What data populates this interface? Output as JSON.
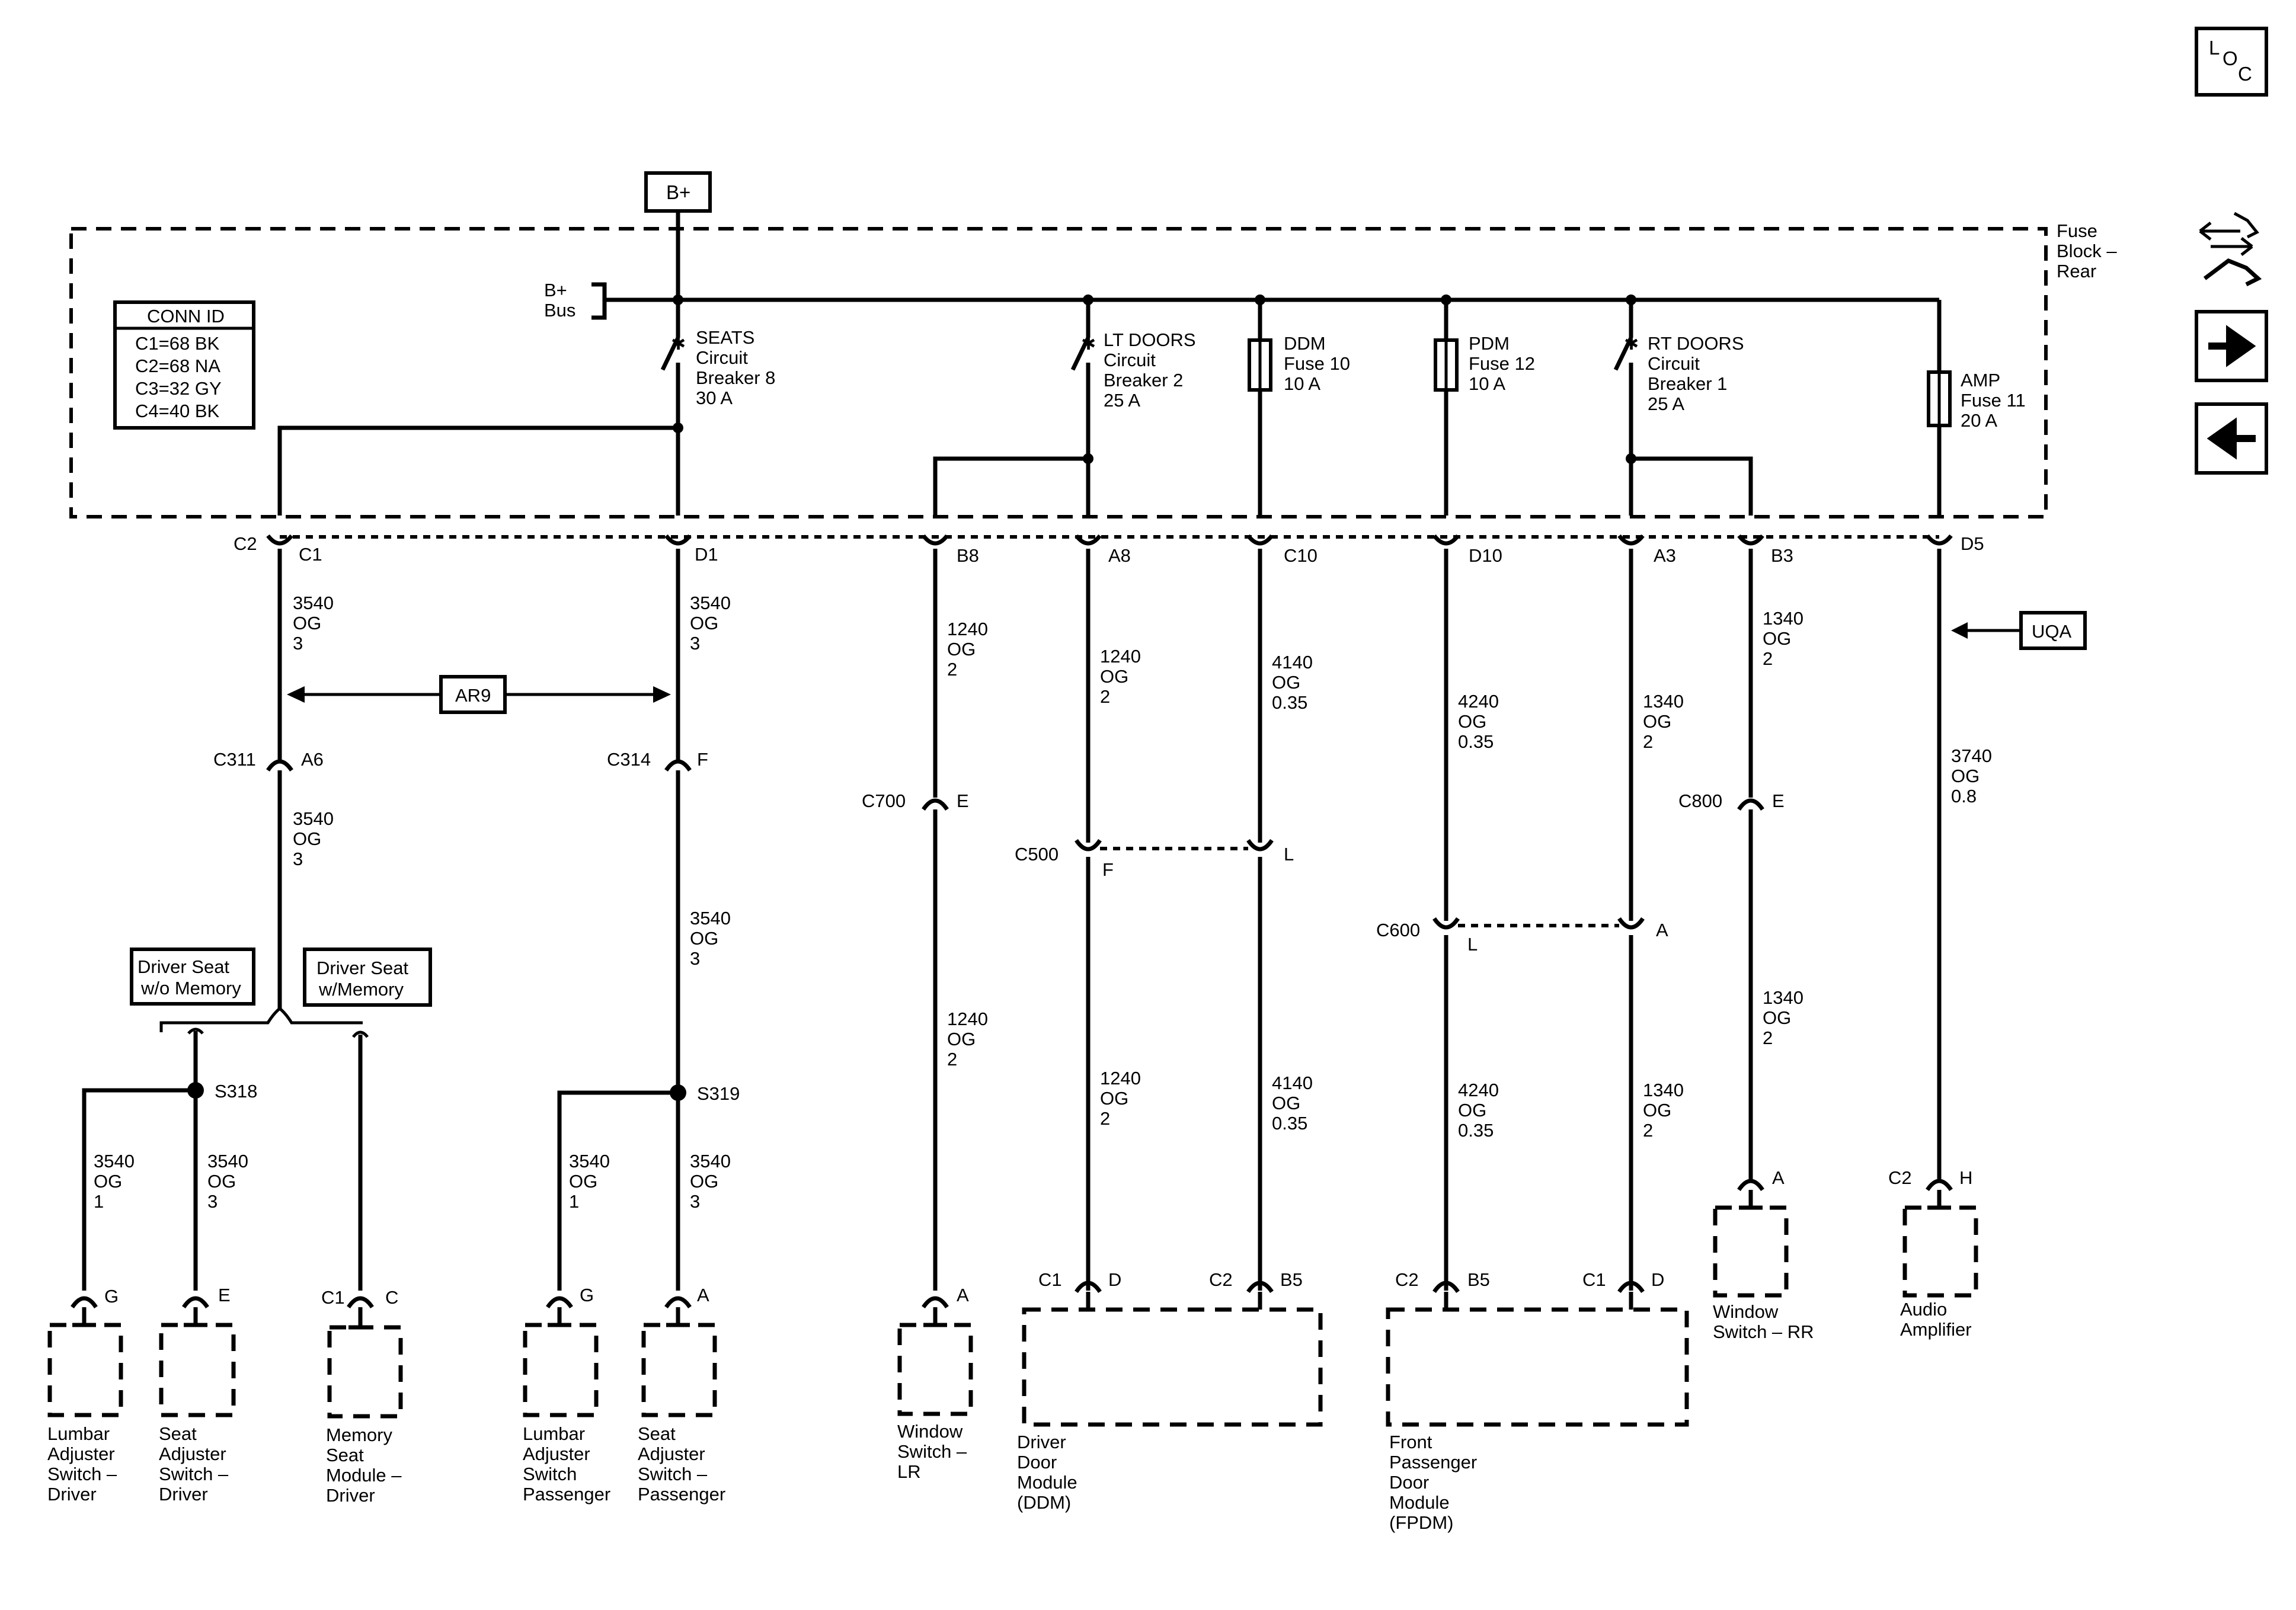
{
  "nav": {
    "loc_l": "L",
    "loc_o": "O",
    "loc_c": "C"
  },
  "power": {
    "bplus": "B+",
    "bus_1": "B+",
    "bus_2": "Bus",
    "fuse_block_1": "Fuse",
    "fuse_block_2": "Block –",
    "fuse_block_3": "Rear"
  },
  "conn_id": {
    "title": "CONN ID",
    "rows": [
      "C1=68 BK",
      "C2=68 NA",
      "C3=32 GY",
      "C4=40 BK"
    ]
  },
  "breakers": {
    "seats": [
      "SEATS",
      "Circuit",
      "Breaker 8",
      "30 A"
    ],
    "lt_doors": [
      "LT DOORS",
      "Circuit",
      "Breaker 2",
      "25 A"
    ],
    "ddm": [
      "DDM",
      "Fuse 10",
      "10 A"
    ],
    "pdm": [
      "PDM",
      "Fuse 12",
      "10 A"
    ],
    "rt_doors": [
      "RT DOORS",
      "Circuit",
      "Breaker 1",
      "25 A"
    ],
    "amp": [
      "AMP",
      "Fuse 11",
      "20 A"
    ]
  },
  "pins": {
    "c2": "C2",
    "c1": "C1",
    "d1": "D1",
    "b8": "B8",
    "a8": "A8",
    "c10": "C10",
    "d10": "D10",
    "a3": "A3",
    "b3": "B3",
    "d5": "D5"
  },
  "wires": {
    "w1": [
      "3540",
      "OG",
      "3"
    ],
    "w2": [
      "3540",
      "OG",
      "3"
    ],
    "w3": [
      "1240",
      "OG",
      "2"
    ],
    "w4": [
      "1240",
      "OG",
      "2"
    ],
    "w5": [
      "4140",
      "OG",
      "0.35"
    ],
    "w6": [
      "4240",
      "OG",
      "0.35"
    ],
    "w7": [
      "1340",
      "OG",
      "2"
    ],
    "w8": [
      "1340",
      "OG",
      "2"
    ],
    "w9": [
      "3740",
      "OG",
      "0.8"
    ],
    "w10": [
      "3540",
      "OG",
      "3"
    ],
    "w11": [
      "3540",
      "OG",
      "3"
    ],
    "w12": [
      "1240",
      "OG",
      "2"
    ],
    "w13": [
      "1240",
      "OG",
      "2"
    ],
    "w14": [
      "4140",
      "OG",
      "0.35"
    ],
    "w15": [
      "4240",
      "OG",
      "0.35"
    ],
    "w16": [
      "1340",
      "OG",
      "2"
    ],
    "w17": [
      "1340",
      "OG",
      "2"
    ],
    "w18": [
      "3540",
      "OG",
      "1"
    ],
    "w19": [
      "3540",
      "OG",
      "3"
    ],
    "w20": [
      "3540",
      "OG",
      "1"
    ],
    "w21": [
      "3540",
      "OG",
      "3"
    ]
  },
  "refs": {
    "ar9": "AR9",
    "uqa": "UQA"
  },
  "inline": {
    "c311": "C311",
    "a6": "A6",
    "c314": "C314",
    "f": "F",
    "c700": "C700",
    "e1": "E",
    "c500": "C500",
    "f2": "F",
    "l1": "L",
    "c600": "C600",
    "l2": "L",
    "a1": "A",
    "c800": "C800",
    "e2": "E"
  },
  "options": {
    "wo_memory": [
      "Driver Seat",
      "w/o Memory"
    ],
    "w_memory": [
      "Driver Seat",
      "w/Memory"
    ]
  },
  "splices": {
    "s318": "S318",
    "s319": "S319"
  },
  "terminals": {
    "g1": "G",
    "e3": "E",
    "c1a": "C1",
    "c3": "C",
    "g2": "G",
    "a2": "A",
    "a3": "A",
    "c1b": "C1",
    "d2": "D",
    "c2a": "C2",
    "b5a": "B5",
    "c2b": "C2",
    "b5b": "B5",
    "c1c": "C1",
    "d3": "D",
    "a4": "A",
    "c2c": "C2",
    "h": "H"
  },
  "components": {
    "lumbar_driver": [
      "Lumbar",
      "Adjuster",
      "Switch –",
      "Driver"
    ],
    "seat_driver": [
      "Seat",
      "Adjuster",
      "Switch –",
      "Driver"
    ],
    "memory_seat": [
      "Memory",
      "Seat",
      "Module –",
      "Driver"
    ],
    "lumbar_pass": [
      "Lumbar",
      "Adjuster",
      "Switch",
      "Passenger"
    ],
    "seat_pass": [
      "Seat",
      "Adjuster",
      "Switch –",
      "Passenger"
    ],
    "window_lr": [
      "Window",
      "Switch –",
      "LR"
    ],
    "ddm": [
      "Driver",
      "Door",
      "Module",
      "(DDM)"
    ],
    "fpdm": [
      "Front",
      "Passenger",
      "Door",
      "Module",
      "(FPDM)"
    ],
    "window_rr": [
      "Window",
      "Switch – RR"
    ],
    "audio_amp": [
      "Audio",
      "Amplifier"
    ]
  }
}
